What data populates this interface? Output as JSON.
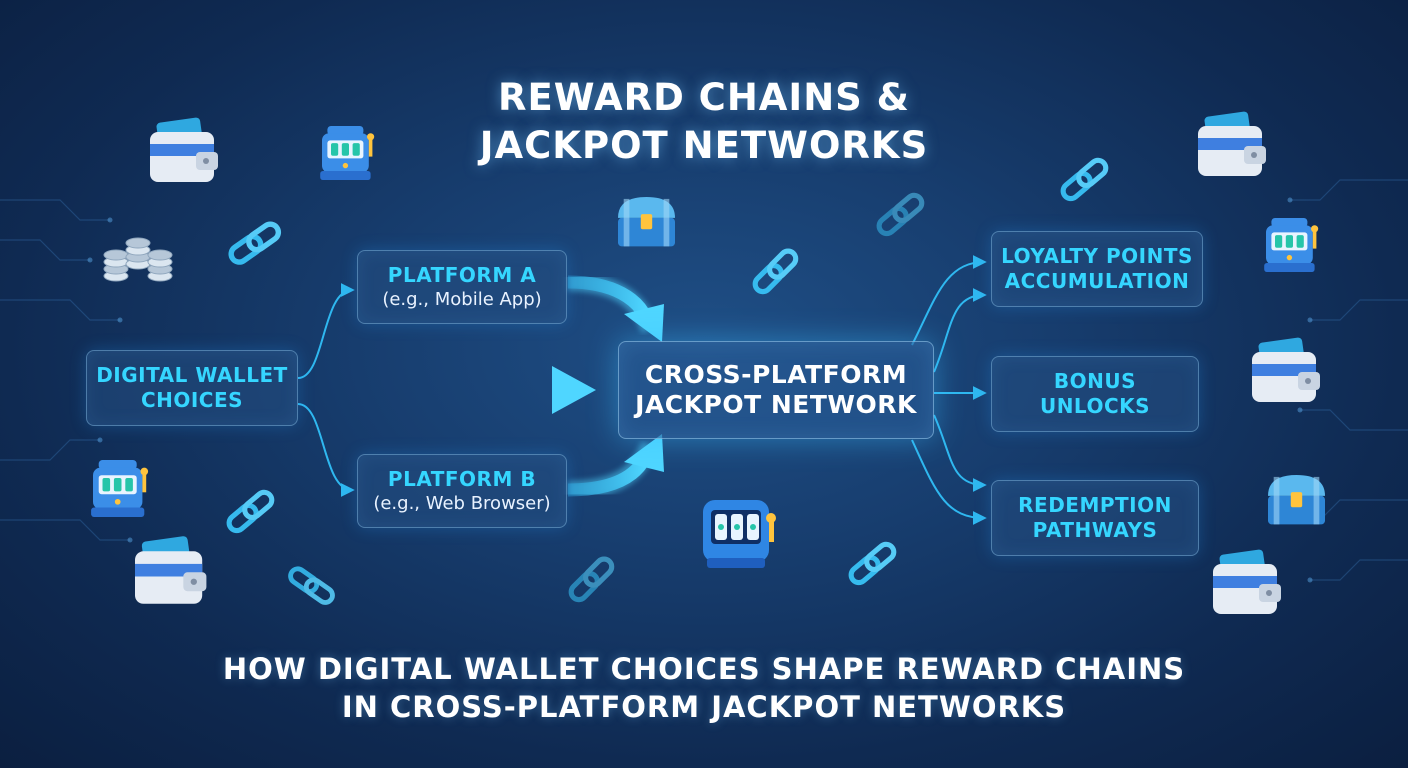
{
  "title": {
    "line1": "REWARD CHAINS &",
    "line2": "JACKPOT NETWORKS"
  },
  "subtitle": {
    "line1": "HOW DIGITAL WALLET CHOICES SHAPE REWARD CHAINS",
    "line2": "IN CROSS-PLATFORM JACKPOT NETWORKS"
  },
  "nodes": {
    "wallet": {
      "line1": "DIGITAL WALLET",
      "line2": "CHOICES"
    },
    "platform_a": {
      "line1": "PLATFORM A",
      "line2": "(e.g., Mobile App)"
    },
    "platform_b": {
      "line1": "PLATFORM B",
      "line2": "(e.g., Web Browser)"
    },
    "hub": {
      "line1": "CROSS-PLATFORM",
      "line2": "JACKPOT NETWORK"
    },
    "loyalty": {
      "line1": "LOYALTY POINTS",
      "line2": "ACCUMULATION"
    },
    "bonus": {
      "line1": "BONUS",
      "line2": "UNLOCKS"
    },
    "redemption": {
      "line1": "REDEMPTION",
      "line2": "PATHWAYS"
    }
  },
  "colors": {
    "accent": "#35d6ff",
    "arrow": "#2fb8f0",
    "background": "#173d6e",
    "text": "#ffffff"
  },
  "icons": [
    "wallet-icon",
    "slot-machine-icon",
    "coin-stack-icon",
    "treasure-chest-icon",
    "chain-link-icon"
  ]
}
